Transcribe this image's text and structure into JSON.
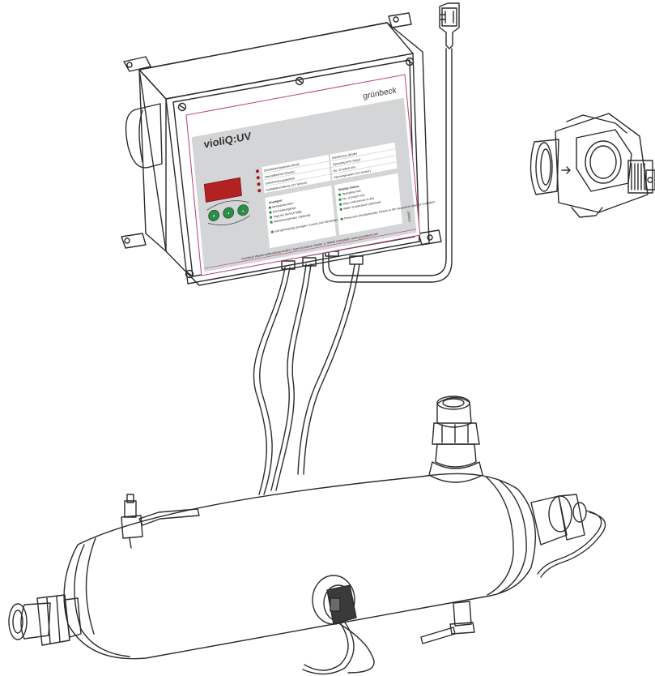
{
  "panel": {
    "brand": "grünbeck",
    "product": "violiQ:UV",
    "footer": "Grünbeck Wasseraufbereitung GmbH | Josef-Grünbeck-Straße 1 | 89420 Höchstädt | www.gruenbeck.com",
    "doc_number": "1234567",
    "display_value": "",
    "button_labels": [
      "P",
      "▼",
      "▲"
    ],
    "status_labels_de": [
      "Desinfektionsbetrieb (Modi)",
      "Intervallbetrieb (Pause)",
      "Unterbrechungsbetrieb",
      "Ausfallabschaltung (UV-Sensor)"
    ],
    "status_labels_en": [
      "Disinfection (Mode)",
      "Operating time (days)",
      "No. of switch-ons",
      "Alarm/operation (UV-sensor)"
    ],
    "box_de": {
      "title": "Anzeigen:",
      "items": [
        "Betriebsstunden",
        "Einschalvorgänge",
        "Tage bis Service-fällig",
        "Wassertemperatur (optional)"
      ],
      "note": "und gleichzeitig anzeigen: Zurück zum Betriebsparameter Messwert"
    },
    "box_en": {
      "title": "Display values:",
      "items": [
        "Operating time",
        "No. of switch-ons",
        "Days until service is due",
        "Water temperature (optional)"
      ],
      "note": "Press and simultaneously: Return to the measured value for irradiation"
    }
  },
  "colors": {
    "line": "#2b2b2b",
    "panel": "#d4d5d6",
    "panel_border": "#b8427a",
    "display": "#b22222",
    "buttons": "#2e8b45",
    "status_leds": "#a01818"
  }
}
